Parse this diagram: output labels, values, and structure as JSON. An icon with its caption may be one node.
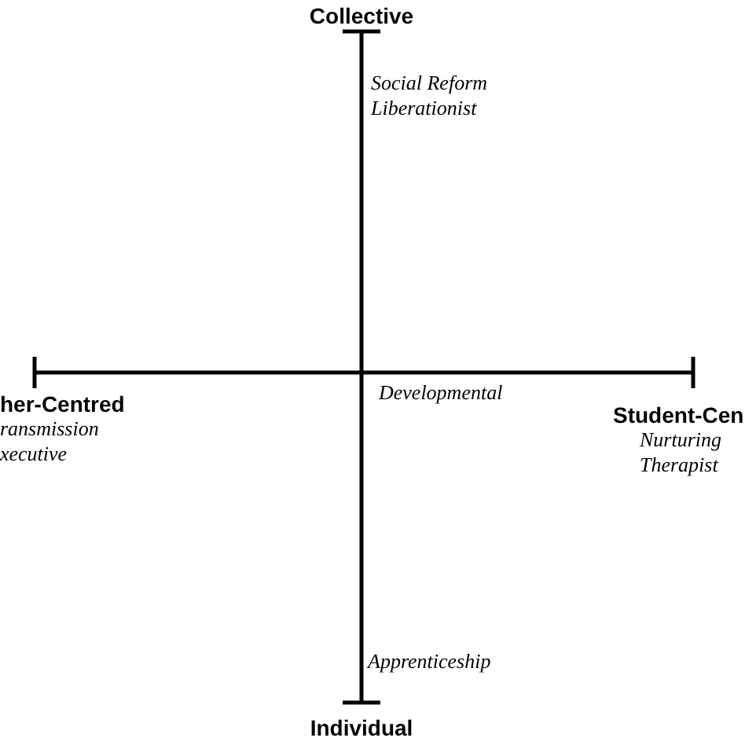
{
  "diagram": {
    "labels": [
      "Collective",
      "Social Reform",
      "Liberationist",
      "her-Centred",
      "ransmission",
      "xecutive",
      "Developmental",
      "Student-Cen",
      "Nurturing",
      "Therapist",
      "Apprenticeship",
      "Individual"
    ]
  }
}
